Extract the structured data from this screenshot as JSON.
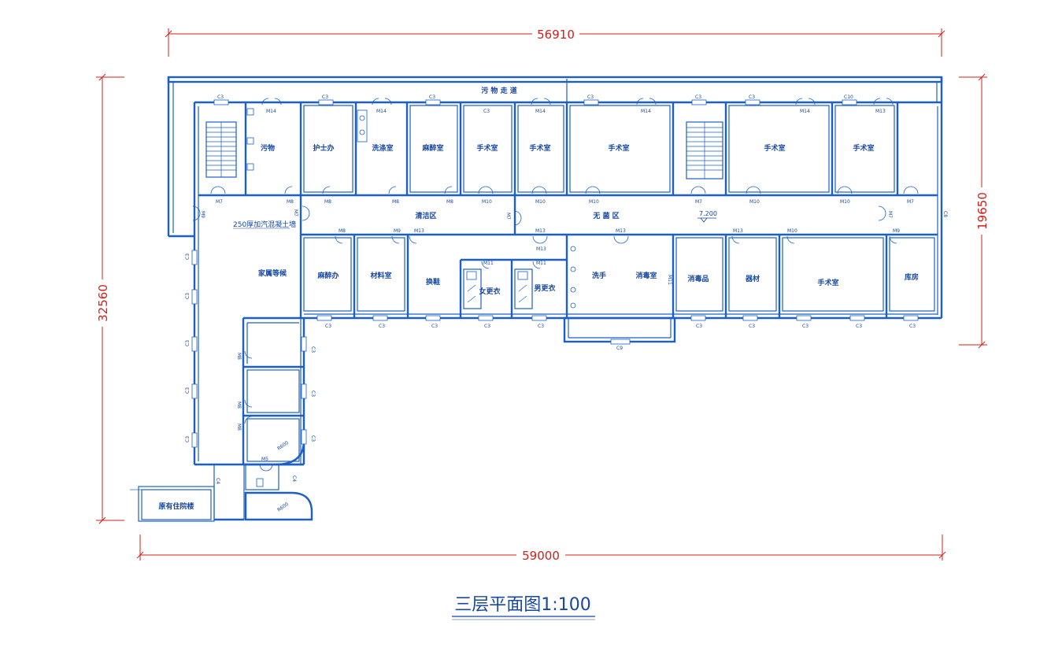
{
  "drawing": {
    "title": "三层平面图1:100",
    "dimensions": {
      "top": "56910",
      "bottom": "59000",
      "left": "32560",
      "right": "19650"
    },
    "level": "7.200",
    "wall_note": "250厚加汽混凝土墙",
    "rooms": {
      "corridor_dirty": "污 物 走 道",
      "dirty": "污物",
      "nurse": "护士办",
      "wash": "洗涤室",
      "anesthesia_room": "麻醉室",
      "or1": "手术室",
      "or2": "手术室",
      "or3": "手术室",
      "or4": "手术室",
      "or5": "手术室",
      "clean_zone": "清洁区",
      "sterile_zone": "无 菌 区",
      "family_wait": "家属等候",
      "anesthesia_office": "麻醉办",
      "material": "材料室",
      "shoes": "换鞋",
      "female_change": "女更衣",
      "male_change": "男更衣",
      "hand_wash": "洗手",
      "disinfect": "消毒室",
      "disinfect_goods": "消毒品",
      "equipment": "器材",
      "or6": "手术室",
      "storage": "库房",
      "old_building": "原有住院楼"
    },
    "tags": {
      "c3": "C3",
      "c10": "C10",
      "c9": "C9",
      "c4": "C4",
      "c8": "C8",
      "m14": "M14",
      "m13": "M13",
      "m11": "M11",
      "m10": "M10",
      "m9": "M9",
      "m8": "M8",
      "m7": "M7",
      "m5": "M5",
      "r600": "R600"
    }
  }
}
